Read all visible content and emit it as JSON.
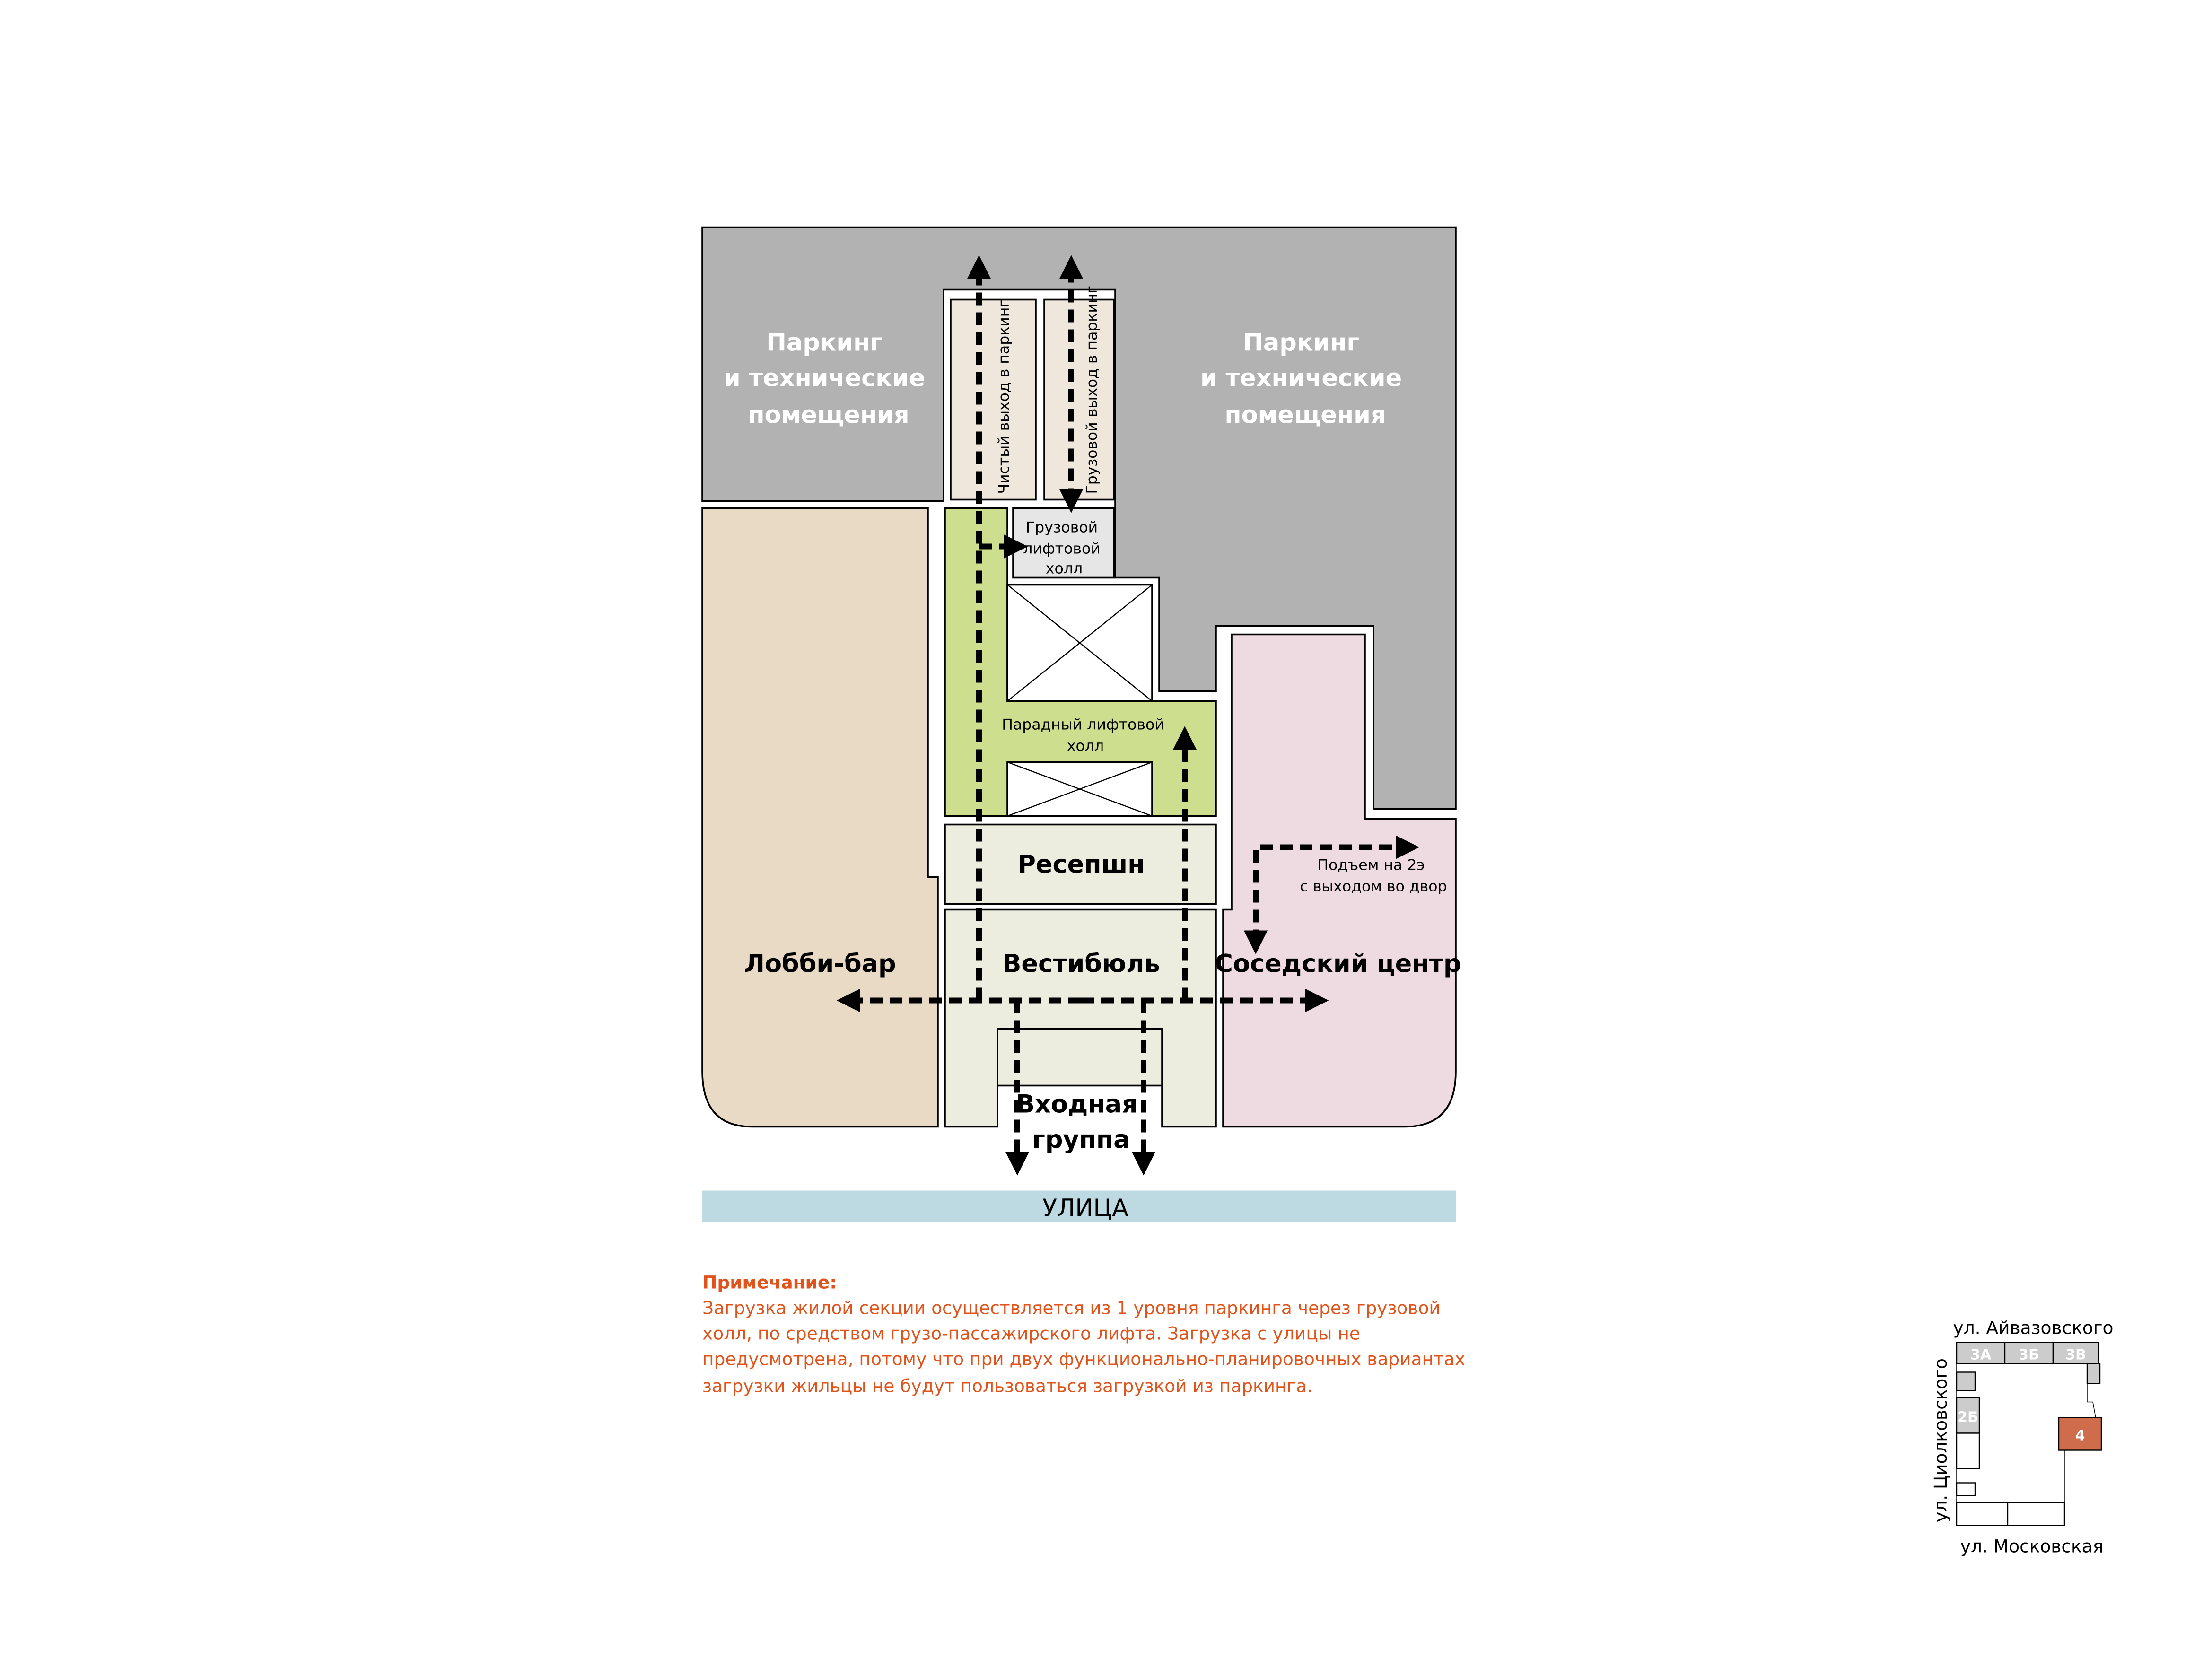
{
  "plan": {
    "zones": {
      "parking_left": {
        "lines": [
          "Паркинг",
          "и технические",
          "помещения"
        ]
      },
      "parking_right": {
        "lines": [
          "Паркинг",
          "и технические",
          "помещения"
        ]
      },
      "clean_exit": {
        "label": "Чистый выход в паркинг"
      },
      "cargo_exit": {
        "label": "Грузовой выход в паркинг"
      },
      "cargo_hall": {
        "lines": [
          "Грузовой",
          "лифтовой",
          "холл"
        ]
      },
      "main_hall": {
        "lines": [
          "Парадный лифтовой",
          "холл"
        ]
      },
      "reception": {
        "label": "Ресепшн"
      },
      "vestibule": {
        "label": "Вестибюль"
      },
      "lobby_bar": {
        "label": "Лобби-бар"
      },
      "neighbor_center": {
        "label": "Соседский центр"
      },
      "entrance": {
        "lines": [
          "Входная",
          "группа"
        ]
      },
      "stair_note": {
        "lines": [
          "Подъем на 2э",
          "с выходом во двор"
        ]
      }
    },
    "street": {
      "label": "УЛИЦА"
    },
    "colors": {
      "parking": "#b2b2b2",
      "exit_corridor": "#efe7dc",
      "cargo_hall": "#e6e6e6",
      "main_hall": "#cddf8f",
      "vestibule": "#eceddf",
      "lobby_bar": "#e9dac6",
      "neighbor_center": "#eedbe1",
      "street": "#bddae3",
      "note": "#e0541c",
      "section_highlight": "#cf6c4b",
      "section_other": "#cccccc"
    }
  },
  "note": {
    "title": "Примечание:",
    "lines": [
      "Загрузка жилой секции осуществляется из 1 уровня паркинга через грузовой",
      "холл, по средством грузо-пассажирского лифта. Загрузка с улицы не",
      "предусмотрена, потому что при двух функционально-планировочных вариантах",
      "загрузки жильцы не будут пользоваться загрузкой из паркинга."
    ]
  },
  "key_map": {
    "street_top": "ул. Айвазовского",
    "street_left": "ул. Циолковского",
    "street_bottom": "ул. Московская",
    "sections": {
      "s3a": "3А",
      "s3b": "3Б",
      "s3v": "3В",
      "s2b": "2Б",
      "s4": "4"
    },
    "current_section": "4"
  }
}
